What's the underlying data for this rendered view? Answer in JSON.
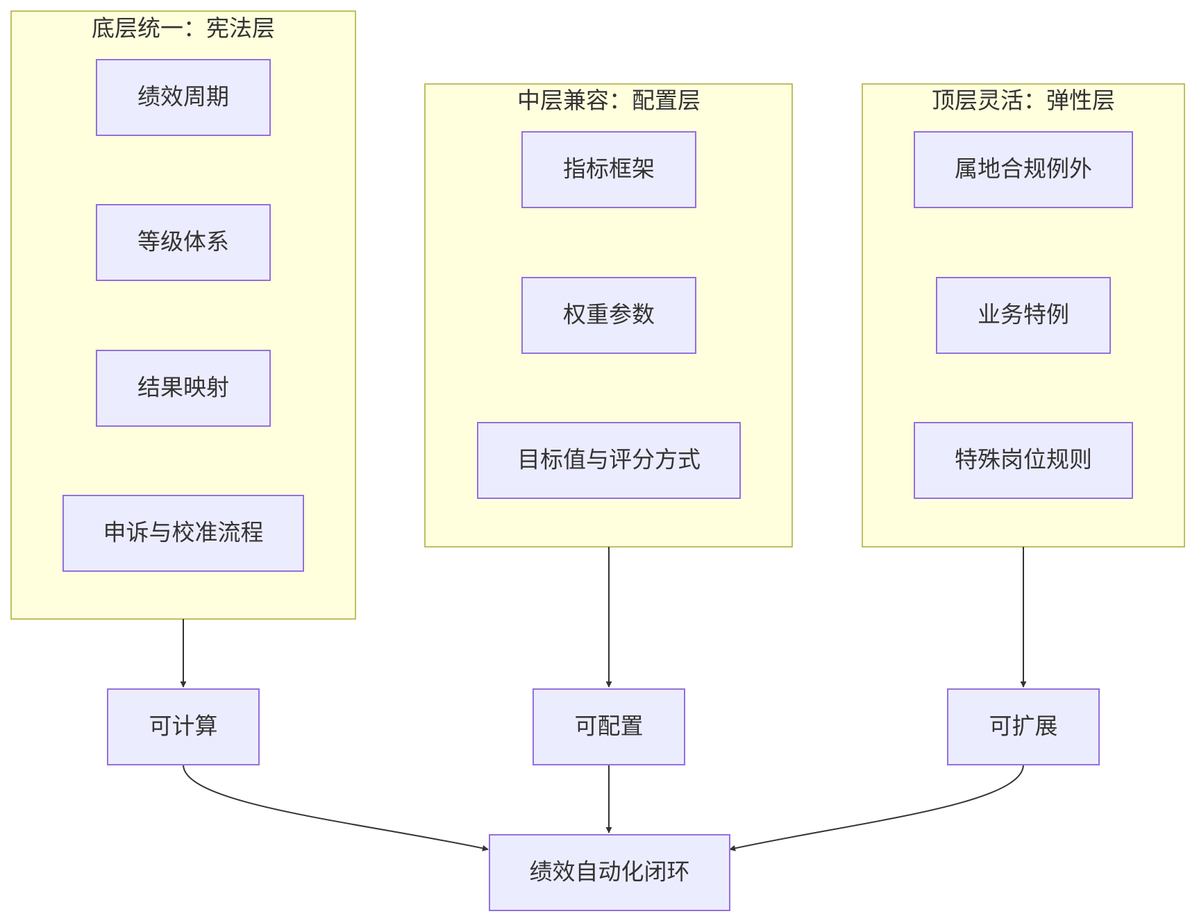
{
  "groups": {
    "bottom": {
      "title": "底层统一：宪法层",
      "items": [
        "绩效周期",
        "等级体系",
        "结果映射",
        "申诉与校准流程"
      ]
    },
    "middle": {
      "title": "中层兼容：配置层",
      "items": [
        "指标框架",
        "权重参数",
        "目标值与评分方式"
      ]
    },
    "top": {
      "title": "顶层灵活：弹性层",
      "items": [
        "属地合规例外",
        "业务特例",
        "特殊岗位规则"
      ]
    }
  },
  "outcomes": {
    "computable": "可计算",
    "configurable": "可配置",
    "extensible": "可扩展"
  },
  "final": "绩效自动化闭环",
  "colors": {
    "cluster_fill": "#ffffde",
    "cluster_border": "#aaaa33",
    "node_fill": "#ececff",
    "node_border": "#9370db",
    "edge": "#333333",
    "text": "#333333"
  }
}
